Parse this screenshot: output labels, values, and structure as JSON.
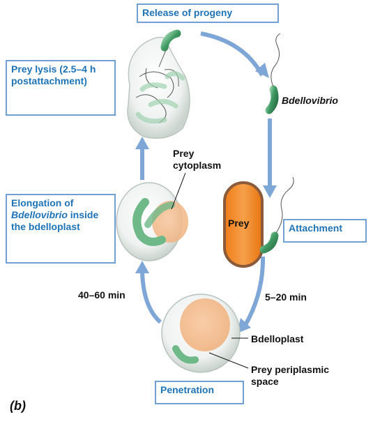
{
  "stages": {
    "release": "Release of progeny",
    "lysis": "Prey lysis (2.5–4 h postattachment)",
    "elongation_before": "Elongation of ",
    "elongation_italic": "Bdellovibrio",
    "elongation_after": " inside the bdelloplast",
    "attachment": "Attachment",
    "penetration": "Penetration"
  },
  "labels": {
    "bdellovibrio": "Bdellovibrio",
    "prey_cytoplasm": "Prey cytoplasm",
    "prey": "Prey",
    "bdelloplast": "Bdelloplast",
    "prey_periplasmic_space": "Prey periplasmic space"
  },
  "times": {
    "attachment_to_penetration": "5–20 min",
    "penetration_to_elongation": "40–60 min"
  },
  "caption": "(b)",
  "colors": {
    "box_border": "#6f9fd3",
    "box_text": "#1f73b7",
    "arrow": "#7ea6d6",
    "bacterium": "#3f9a63",
    "prey_fill": "#f08a24",
    "prey_rim": "#8a5a3a"
  }
}
